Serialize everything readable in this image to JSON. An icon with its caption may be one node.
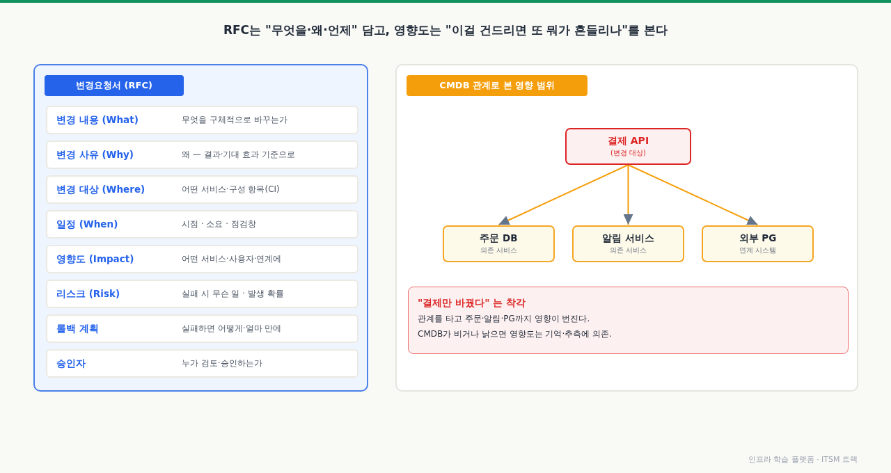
{
  "diagram": {
    "title": "RFC는 \"무엇을·왜·언제\" 담고, 영향도는 \"이걸 건드리면 또 뭐가 흔들리나\"를 본다",
    "nodes": [
      {
        "text": [
          "변경요청서 (RFC)"
        ]
      },
      {
        "text": [
          "변경 내용 (What)",
          "무엇을 구체적으로 바꾸는가"
        ],
        "in": 0
      },
      {
        "text": [
          "변경 사유 (Why)",
          "왜 — 결과·기대 효과 기준으로"
        ],
        "in": 0
      },
      {
        "text": [
          "변경 대상 (Where)",
          "어떤 서비스·구성 항목(CI)"
        ],
        "in": 0
      },
      {
        "text": [
          "일정 (When)",
          "시점 · 소요 · 점검창"
        ],
        "in": 0
      },
      {
        "text": [
          "영향도 (Impact)",
          "어떤 서비스·사용자·연계에"
        ],
        "in": 0
      },
      {
        "text": [
          "리스크 (Risk)",
          "실패 시 무슨 일 · 발생 확률"
        ],
        "in": 0
      },
      {
        "text": [
          "롤백 계획",
          "실패하면 어떻게·얼마 만에"
        ],
        "in": 0
      },
      {
        "text": [
          "승인자",
          "누가 검토·승인하는가"
        ],
        "in": 0
      },
      {
        "text": [
          "CMDB 관계로 본 영향 범위"
        ]
      },
      {
        "text": [
          "결제 API",
          "(변경 대상)"
        ],
        "in": 9
      },
      {
        "text": [
          "주문 DB",
          "의존 서비스"
        ],
        "in": 9
      },
      {
        "text": [
          "알림 서비스",
          "의존 서비스"
        ],
        "in": 9
      },
      {
        "text": [
          "외부 PG",
          "연계 시스템"
        ],
        "in": 9
      },
      {
        "text": [
          "\"결제만 바꿨다\" 는 착각",
          "관계를 타고 주문·알림·PG까지 영향이 번진다.",
          "CMDB가 비거나 낡으면 영향도는 기억·추측에 의존."
        ],
        "in": 9
      }
    ],
    "edges": [
      {
        "from": 10,
        "to": 11,
        "arrow": "to"
      },
      {
        "from": 10,
        "to": 12,
        "arrow": "to"
      },
      {
        "from": 10,
        "to": 13,
        "arrow": "to"
      }
    ],
    "labels": [
      "인프라 학습 플랫폼 · ITSM 트랙"
    ]
  }
}
